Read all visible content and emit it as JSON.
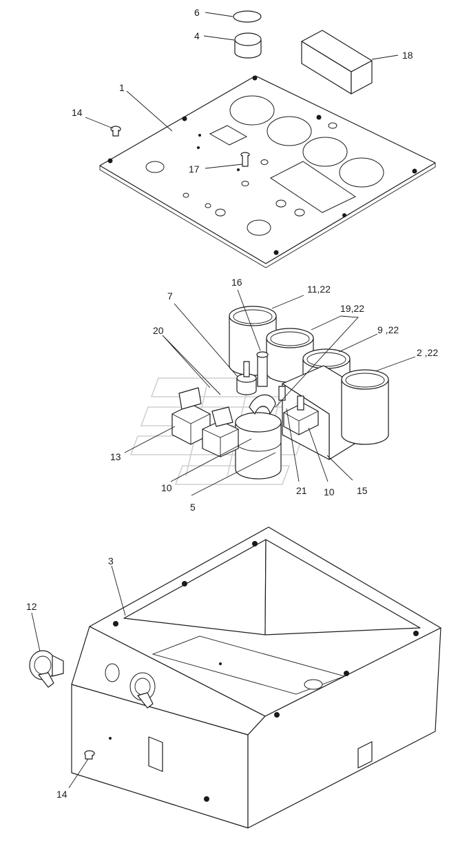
{
  "callouts": [
    {
      "id": "c6",
      "text": "6"
    },
    {
      "id": "c4",
      "text": "4"
    },
    {
      "id": "c18",
      "text": "18"
    },
    {
      "id": "c1",
      "text": "1"
    },
    {
      "id": "c14a",
      "text": "14"
    },
    {
      "id": "c17",
      "text": "17"
    },
    {
      "id": "c16",
      "text": "16"
    },
    {
      "id": "c11",
      "text": "11,22"
    },
    {
      "id": "c7",
      "text": "7"
    },
    {
      "id": "c19",
      "text": "19,22"
    },
    {
      "id": "c20",
      "text": "20"
    },
    {
      "id": "c9",
      "text": "9 ,22"
    },
    {
      "id": "c2",
      "text": "2 ,22"
    },
    {
      "id": "c13",
      "text": "13"
    },
    {
      "id": "c10a",
      "text": "10"
    },
    {
      "id": "c21",
      "text": "21"
    },
    {
      "id": "c10b",
      "text": "10"
    },
    {
      "id": "c15",
      "text": "15"
    },
    {
      "id": "c5",
      "text": "5"
    },
    {
      "id": "c3",
      "text": "3"
    },
    {
      "id": "c12",
      "text": "12"
    },
    {
      "id": "c14b",
      "text": "14"
    }
  ]
}
